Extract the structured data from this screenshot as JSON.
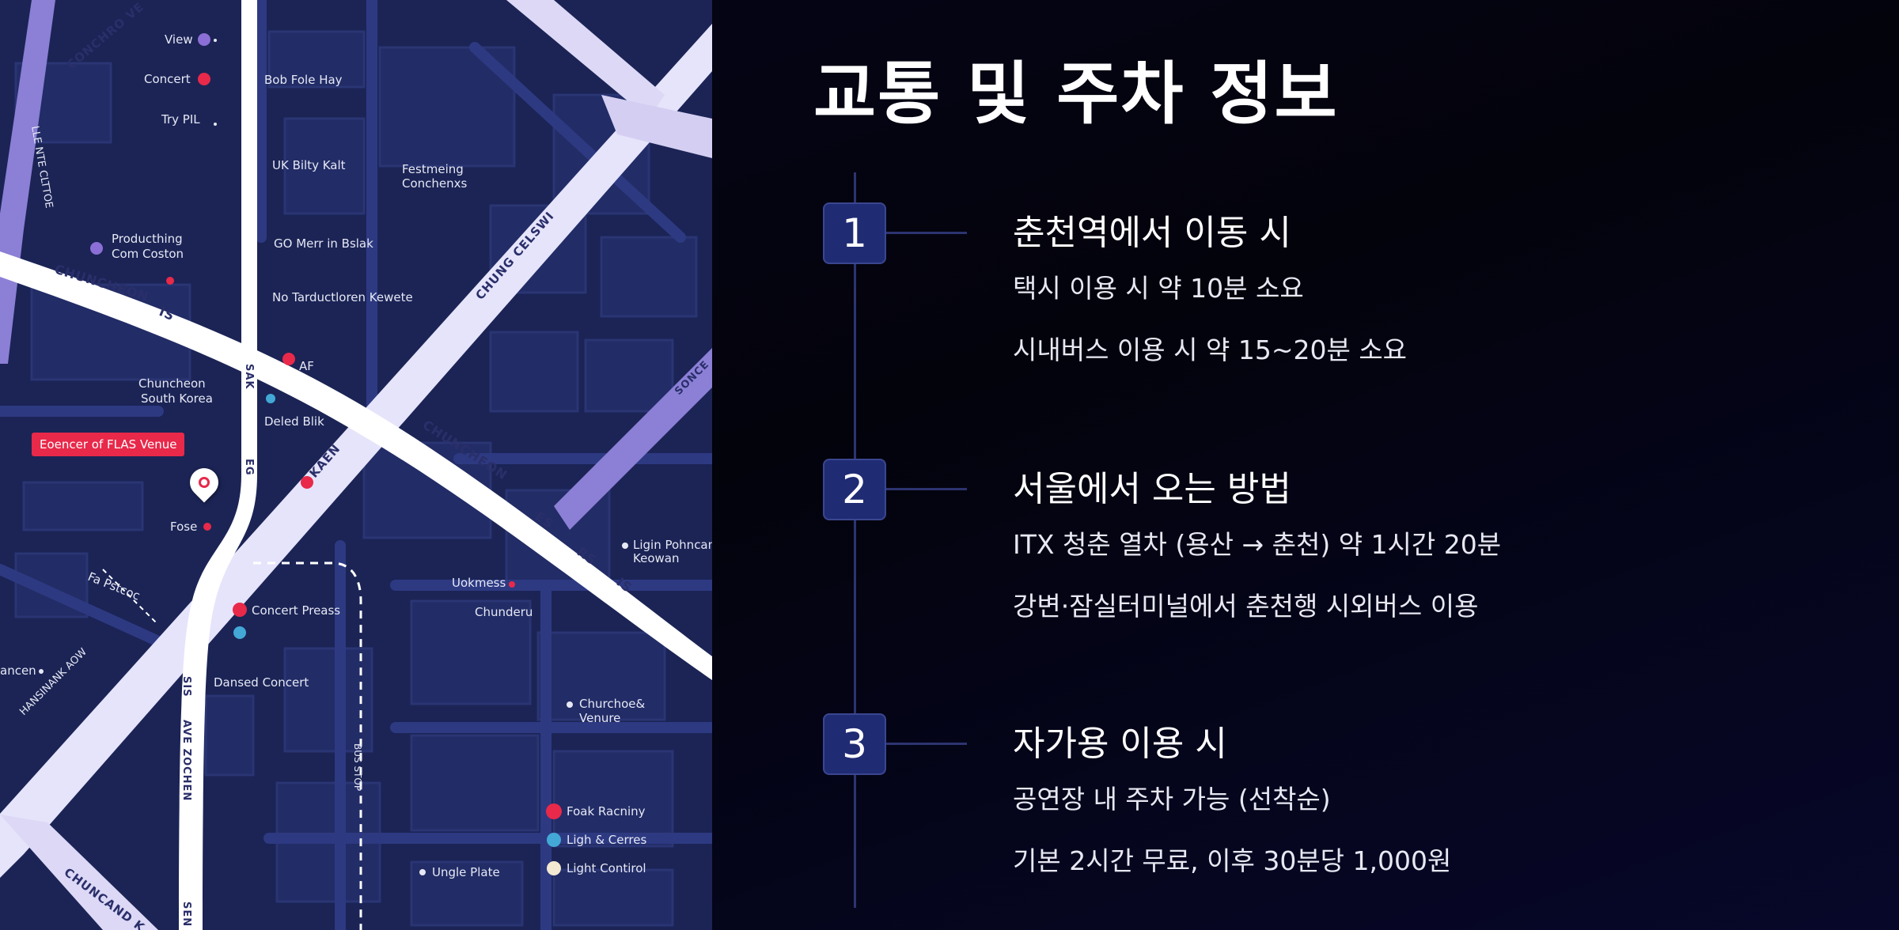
{
  "title": "교통 및 주차 정보",
  "map": {
    "venue_label": "Eoencer of FLAS Venue",
    "road_labels": [
      "CHUNCHEON",
      "IS",
      "CHUNCHEON",
      "ES",
      "RS",
      "IS",
      "CHUNG CELSWI",
      "CONCHRO VE",
      "KAEN",
      "CHUNCAND K",
      "HANSINANK AOW",
      "SONCE"
    ],
    "street_labels": [
      "LLE NTE CLTTOE",
      "SAK",
      "EG",
      "SIS",
      "AVE ZOCHEN",
      "BUS STOP",
      "SEN"
    ],
    "places": [
      "View",
      "Concert",
      "Try PIL",
      "Bob Fole Hay",
      "UK Bilty Kalt",
      "Festmeing Conchenxs",
      "Producthing Com Coston",
      "GO Merr in Bslak",
      "No Tarductloren Kewete",
      "Chuncheon South Korea",
      "AF",
      "Deled Blik",
      "Fose",
      "Concert Preass",
      "Dansed Concert",
      "Uokmess",
      "Chunderu",
      "Ligin Pohncam Keowan",
      "Churchoe& Venure",
      "Foak Racniny",
      "Ligh & Cerres",
      "Light Contirol",
      "Ungle Plate",
      "Fa Pstcoc",
      "ancen"
    ]
  },
  "steps": [
    {
      "number": "1",
      "title": "춘천역에서 이동 시",
      "lines": [
        "택시 이용 시 약 10분 소요",
        "시내버스 이용 시 약 15~20분 소요"
      ]
    },
    {
      "number": "2",
      "title": "서울에서 오는 방법",
      "lines": [
        "ITX 청춘 열차 (용산 → 춘천) 약 1시간 20분",
        "강변·잠실터미널에서 춘천행 시외버스 이용"
      ]
    },
    {
      "number": "3",
      "title": "자가용 이용 시",
      "lines": [
        "공연장 내 주차 가능 (선착순)",
        "기본 2시간 무료, 이후 30분당 1,000원"
      ]
    }
  ],
  "colors": {
    "background": "#05040f",
    "map_base": "#1b2455",
    "road_main": "#ffffff",
    "road_secondary": "#dcdcf5",
    "accent_red": "#e8294a",
    "badge_fill": "#1f2b73",
    "timeline": "#2c3470"
  }
}
